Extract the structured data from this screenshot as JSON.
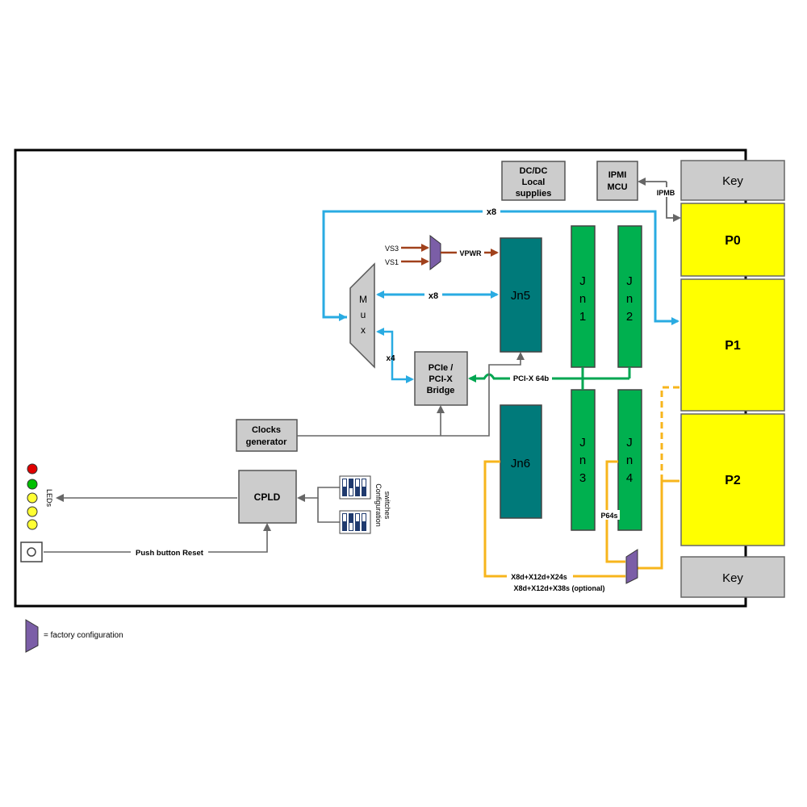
{
  "blocks": {
    "dcdc": [
      "DC/DC",
      "Local",
      "supplies"
    ],
    "ipmi": [
      "IPMI",
      "MCU"
    ],
    "key_top": "Key",
    "key_bottom": "Key",
    "p0": "P0",
    "p1": "P1",
    "p2": "P2",
    "jn5": "Jn5",
    "jn6": "Jn6",
    "jn1": [
      "J",
      "n",
      "1"
    ],
    "jn2": [
      "J",
      "n",
      "2"
    ],
    "jn3": [
      "J",
      "n",
      "3"
    ],
    "jn4": [
      "J",
      "n",
      "4"
    ],
    "mux": [
      "M",
      "u",
      "x"
    ],
    "bridge": [
      "PCIe /",
      "PCI-X",
      "Bridge"
    ],
    "clocks": [
      "Clocks",
      "generator"
    ],
    "cpld": "CPLD"
  },
  "labels": {
    "ipmb": "IPMB",
    "x8_top": "x8",
    "x8_mid": "x8",
    "x4": "x4",
    "vs3": "VS3",
    "vs1": "VS1",
    "vpwr": "VPWR",
    "pcix": "PCI-X 64b",
    "p64s": "P64s",
    "io_line1": "X8d+X12d+X24s",
    "io_line2": "X8d+X12d+X38s (optional)",
    "leds": "LEDs",
    "config": [
      "Configuration",
      "switches"
    ],
    "reset": "Push button Reset",
    "legend": "= factory configuration"
  },
  "colors": {
    "pcie_blue": "#29abe2",
    "pcix_green": "#00a651",
    "rear_io_orange": "#f7b51c",
    "power_brown": "#a0411c",
    "connector_yellow": "#ffff00",
    "jn_teal": "#007a7a",
    "jn_green": "#00b04f",
    "block_gray": "#cccccc",
    "mux_purple": "#7b5ea7",
    "led_colors": [
      "#e00000",
      "#00c000",
      "#ffff33",
      "#ffff33",
      "#ffff33"
    ]
  }
}
